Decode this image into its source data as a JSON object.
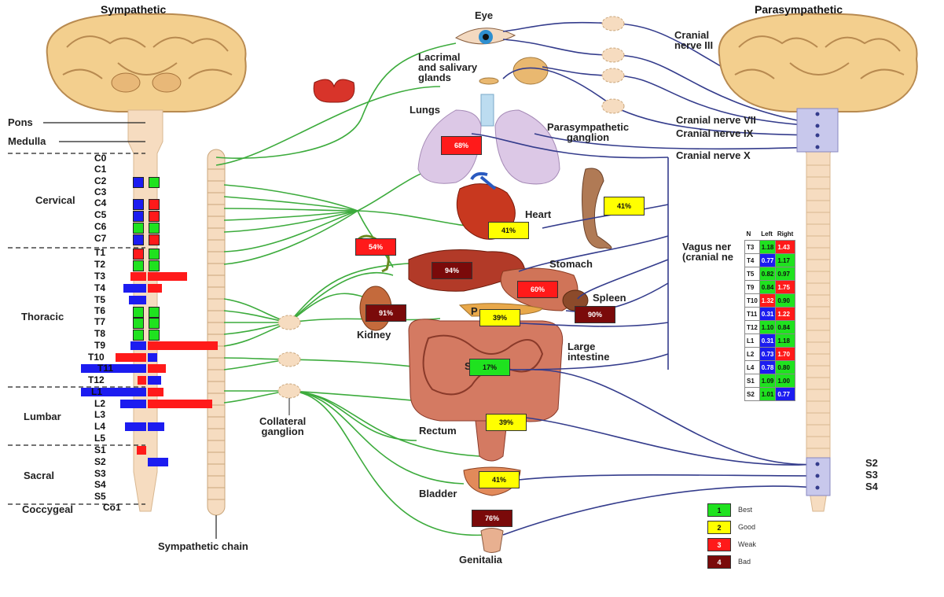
{
  "headers": {
    "sympathetic": "Sympathetic",
    "parasympathetic": "Parasympathetic"
  },
  "brainstem": {
    "pons": "Pons",
    "medulla": "Medulla"
  },
  "segments": [
    "C0",
    "C1",
    "C2",
    "C3",
    "C4",
    "C5",
    "C6",
    "C7",
    "T1",
    "T2",
    "T3",
    "T4",
    "T5",
    "T6",
    "T7",
    "T8",
    "T9",
    "T10",
    "T11",
    "T12",
    "L1",
    "L2",
    "L3",
    "L4",
    "L5",
    "S1",
    "S2",
    "S3",
    "S4",
    "S5",
    "Co1"
  ],
  "regions": {
    "cervical": "Cervical",
    "thoracic": "Thoracic",
    "lumbar": "Lumbar",
    "sacral": "Sacral",
    "coccygeal": "Coccygeal"
  },
  "organ_labels": {
    "eye": "Eye",
    "glands": [
      "Lacrimal",
      "and salivary",
      "glands"
    ],
    "lungs": "Lungs",
    "heart": "Heart",
    "stomach": "Stomach",
    "spleen": "Spleen",
    "kidney": "Kidney",
    "pancreas": "P",
    "large_intestine": [
      "Large",
      "intestine"
    ],
    "small_intestine": "S",
    "rectum": "Rectum",
    "bladder": "Bladder",
    "genitalia": "Genitalia"
  },
  "nerve_labels": {
    "cn3": [
      "Cranial",
      "nerve III"
    ],
    "cn7": "Cranial nerve VII",
    "cn9": "Cranial nerve IX",
    "cn10": "Cranial nerve X",
    "vagus": [
      "Vagus ner",
      "(cranial ne"
    ],
    "parasym_ganglion": [
      "Parasympathetic",
      "ganglion"
    ],
    "collateral": [
      "Collateral",
      "ganglion"
    ],
    "sym_chain": "Sympathetic chain",
    "sacral_right": [
      "S2",
      "S3",
      "S4"
    ]
  },
  "organ_scores": [
    {
      "organ": "lungs",
      "label": "68%",
      "rating": "weak"
    },
    {
      "organ": "heart",
      "label": "41%",
      "rating": "good"
    },
    {
      "organ": "esophagus",
      "label": "41%",
      "rating": "good"
    },
    {
      "organ": "adrenal",
      "label": "54%",
      "rating": "weak"
    },
    {
      "organ": "liver",
      "label": "94%",
      "rating": "bad"
    },
    {
      "organ": "stomach",
      "label": "60%",
      "rating": "weak"
    },
    {
      "organ": "kidney",
      "label": "91%",
      "rating": "bad"
    },
    {
      "organ": "pancreas",
      "label": "39%",
      "rating": "good"
    },
    {
      "organ": "spleen",
      "label": "90%",
      "rating": "bad"
    },
    {
      "organ": "small_intestine",
      "label": "17%",
      "rating": "best"
    },
    {
      "organ": "rectum",
      "label": "39%",
      "rating": "good"
    },
    {
      "organ": "bladder",
      "label": "41%",
      "rating": "good"
    },
    {
      "organ": "genitalia",
      "label": "76%",
      "rating": "bad"
    }
  ],
  "spine_table": {
    "headers": [
      "N",
      "Left",
      "Right"
    ],
    "rows": [
      {
        "n": "T3",
        "left": "1.18",
        "right": "1.43",
        "lc": "best",
        "rc": "weak"
      },
      {
        "n": "T4",
        "left": "0.77",
        "right": "1.17",
        "lc": "blue",
        "rc": "best"
      },
      {
        "n": "T5",
        "left": "0.82",
        "right": "0.97",
        "lc": "best",
        "rc": "best"
      },
      {
        "n": "T9",
        "left": "0.84",
        "right": "1.75",
        "lc": "best",
        "rc": "weak"
      },
      {
        "n": "T10",
        "left": "1.32",
        "right": "0.90",
        "lc": "weak",
        "rc": "best"
      },
      {
        "n": "T11",
        "left": "0.31",
        "right": "1.22",
        "lc": "blue",
        "rc": "weak"
      },
      {
        "n": "T12",
        "left": "1.10",
        "right": "0.84",
        "lc": "best",
        "rc": "best"
      },
      {
        "n": "L1",
        "left": "0.31",
        "right": "1.18",
        "lc": "blue",
        "rc": "best"
      },
      {
        "n": "L2",
        "left": "0.73",
        "right": "1.70",
        "lc": "blue",
        "rc": "weak"
      },
      {
        "n": "L4",
        "left": "0.78",
        "right": "0.80",
        "lc": "blue",
        "rc": "best"
      },
      {
        "n": "S1",
        "left": "1.09",
        "right": "1.00",
        "lc": "best",
        "rc": "best"
      },
      {
        "n": "S2",
        "left": "1.01",
        "right": "0.77",
        "lc": "best",
        "rc": "blue"
      }
    ]
  },
  "legend": [
    {
      "num": "1",
      "label": "Best",
      "rating": "best"
    },
    {
      "num": "2",
      "label": "Good",
      "rating": "good"
    },
    {
      "num": "3",
      "label": "Weak",
      "rating": "weak"
    },
    {
      "num": "4",
      "label": "Bad",
      "rating": "bad"
    }
  ],
  "colors": {
    "best": "#1fe21f",
    "good": "#ffff00",
    "weak": "#ff1a1a",
    "bad": "#7a0a0a",
    "blue": "#1c1cf0",
    "sym_nerve": "#3cab3c",
    "para_nerve": "#343c8c",
    "spine": "#f6dcc0",
    "brain": "#f3cf8e"
  },
  "segment_markers": [
    {
      "seg": "C2",
      "left": "blue",
      "right": "best"
    },
    {
      "seg": "C4",
      "left": "blue",
      "right": "weak"
    },
    {
      "seg": "C5",
      "left": "blue",
      "right": "weak"
    },
    {
      "seg": "C6",
      "left": "best",
      "right": "best"
    },
    {
      "seg": "C7",
      "left": "blue",
      "right": "weak"
    },
    {
      "seg": "T1",
      "left": "weak",
      "right": "best"
    },
    {
      "seg": "T2",
      "left": "best",
      "right": "best"
    },
    {
      "seg": "T6",
      "left": "best",
      "right": "best"
    },
    {
      "seg": "T7",
      "left": "best",
      "right": "best"
    },
    {
      "seg": "T8",
      "left": "best",
      "right": "best"
    }
  ]
}
